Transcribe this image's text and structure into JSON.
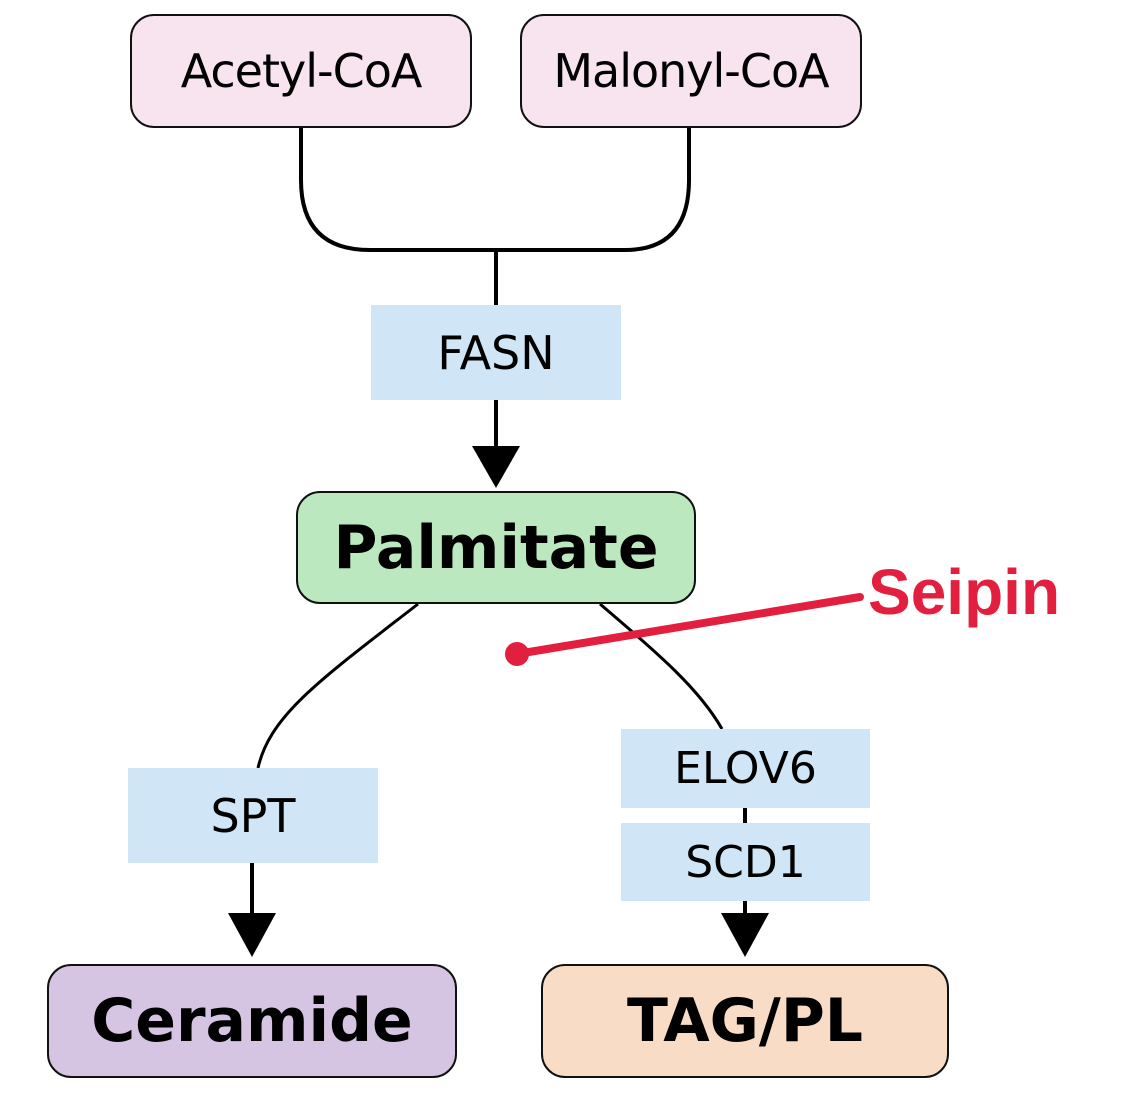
{
  "diagram": {
    "type": "metabolic-pathway",
    "nodes": {
      "acetyl_coa": "Acetyl-CoA",
      "malonyl_coa": "Malonyl-CoA",
      "palmitate": "Palmitate",
      "ceramide": "Ceramide",
      "tag_pl": "TAG/PL"
    },
    "enzymes": {
      "fasn": "FASN",
      "spt": "SPT",
      "elov6": "ELOV6",
      "scd1": "SCD1"
    },
    "annotation": {
      "label": "Seipin",
      "color": "#e21f3f"
    },
    "edges": [
      {
        "from": "Acetyl-CoA",
        "to": "Palmitate",
        "via": "FASN"
      },
      {
        "from": "Malonyl-CoA",
        "to": "Palmitate",
        "via": "FASN"
      },
      {
        "from": "Palmitate",
        "to": "Ceramide",
        "via": "SPT"
      },
      {
        "from": "Palmitate",
        "to": "TAG/PL",
        "via": "ELOV6, SCD1"
      }
    ],
    "colors": {
      "substrate_fill": "#f8e4ef",
      "palmitate_fill": "#bce8c0",
      "ceramide_fill": "#d5c5e2",
      "tag_pl_fill": "#f8dcc6",
      "enzyme_fill": "#d0e6f7"
    }
  }
}
